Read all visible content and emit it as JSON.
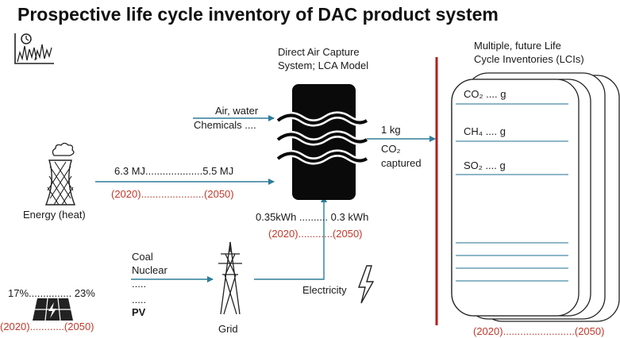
{
  "title": "Prospective life cycle inventory of DAC product system",
  "dac": {
    "label_line1": "Direct Air Capture",
    "label_line2": "System; LCA Model"
  },
  "inputs": {
    "air_water": "Air, water",
    "chemicals": "Chemicals ...."
  },
  "output": {
    "amount": "1 kg",
    "co2": "CO₂",
    "captured": "captured"
  },
  "energy": {
    "label": "Energy (heat)",
    "values": "6.3 MJ....................5.5 MJ",
    "years": "(2020)......................(2050)"
  },
  "electricity": {
    "values": "0.35kWh .......... 0.3 kWh",
    "years": "(2020)............(2050)",
    "label": "Electricity"
  },
  "grid": {
    "label": "Grid",
    "sources": [
      "Coal",
      "Nuclear",
      ".....",
      ".....",
      "PV"
    ]
  },
  "pv": {
    "share": "17%............... 23%",
    "years": "(2020)............(2050)"
  },
  "lci": {
    "title_line1": "Multiple, future Life",
    "title_line2": "Cycle Inventories (LCIs)",
    "items": [
      "CO₂ .... g",
      "CH₄ .... g",
      "SO₂ .... g"
    ],
    "years": "(2020).........................(2050)"
  },
  "colors": {
    "arrow": "#2e7d9a",
    "divider": "#b71c1c",
    "years_text": "#c0392b",
    "line": "#1e6f8f"
  },
  "icons": [
    "chart-icon",
    "cooling-tower-icon",
    "dac-unit-icon",
    "transmission-tower-icon",
    "lightning-icon",
    "solar-panel-icon"
  ]
}
